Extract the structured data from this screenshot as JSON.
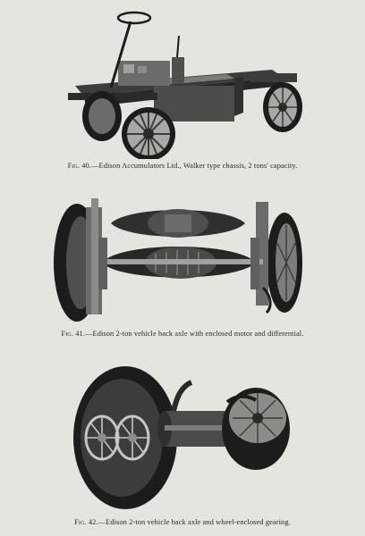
{
  "figures": [
    {
      "label": "Fig. 40.",
      "caption": "—Edison Accumulators Ltd., Walker type chassis, 2 tons' capacity.",
      "illustration": "chassis"
    },
    {
      "label": "Fig. 41.",
      "caption": "—Edison 2-ton vehicle back axle with enclosed motor and differential.",
      "illustration": "back-axle"
    },
    {
      "label": "Fig. 42.",
      "caption": "—Edison 2-ton vehicle back axle and wheel-enclosed gearing.",
      "illustration": "wheel-gearing"
    }
  ],
  "colors": {
    "paper": "#e2e6df",
    "ink": "#2a2a28",
    "dark": "#1c1d1b",
    "mid": "#5d605b",
    "light": "#9ea29b"
  }
}
